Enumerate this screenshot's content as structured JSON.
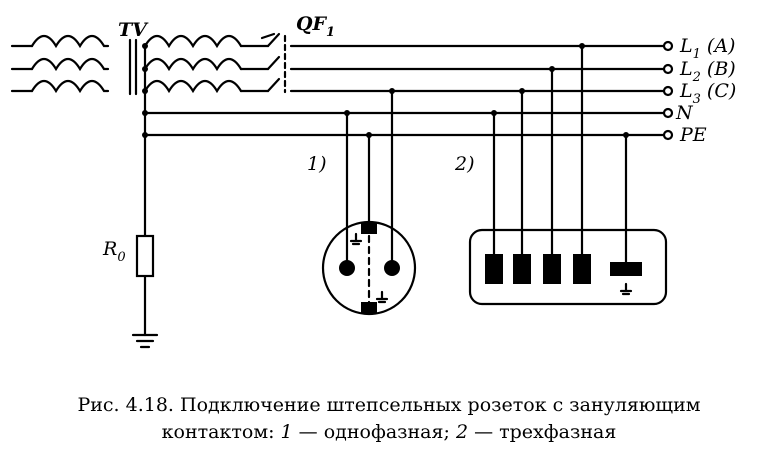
{
  "labels": {
    "transformer": "TV",
    "breaker": "QF",
    "breaker_sub": "1",
    "resistor": "R",
    "resistor_sub": "0",
    "item1": "1)",
    "item2": "2)"
  },
  "lines": [
    {
      "name": "L",
      "sub": "1",
      "phase": "(A)"
    },
    {
      "name": "L",
      "sub": "2",
      "phase": "(B)"
    },
    {
      "name": "L",
      "sub": "3",
      "phase": "(C)"
    },
    {
      "name": "N",
      "sub": "",
      "phase": ""
    },
    {
      "name": "PE",
      "sub": "",
      "phase": ""
    }
  ],
  "ground_symbol": "⏚",
  "caption": {
    "line1": "Рис. 4.18. Подключение штепсельных розеток с зануляющим",
    "line2_a": "контактом: ",
    "num1": "1",
    "line2_b": " — однофазная; ",
    "num2": "2",
    "line2_c": " — трехфазная"
  }
}
